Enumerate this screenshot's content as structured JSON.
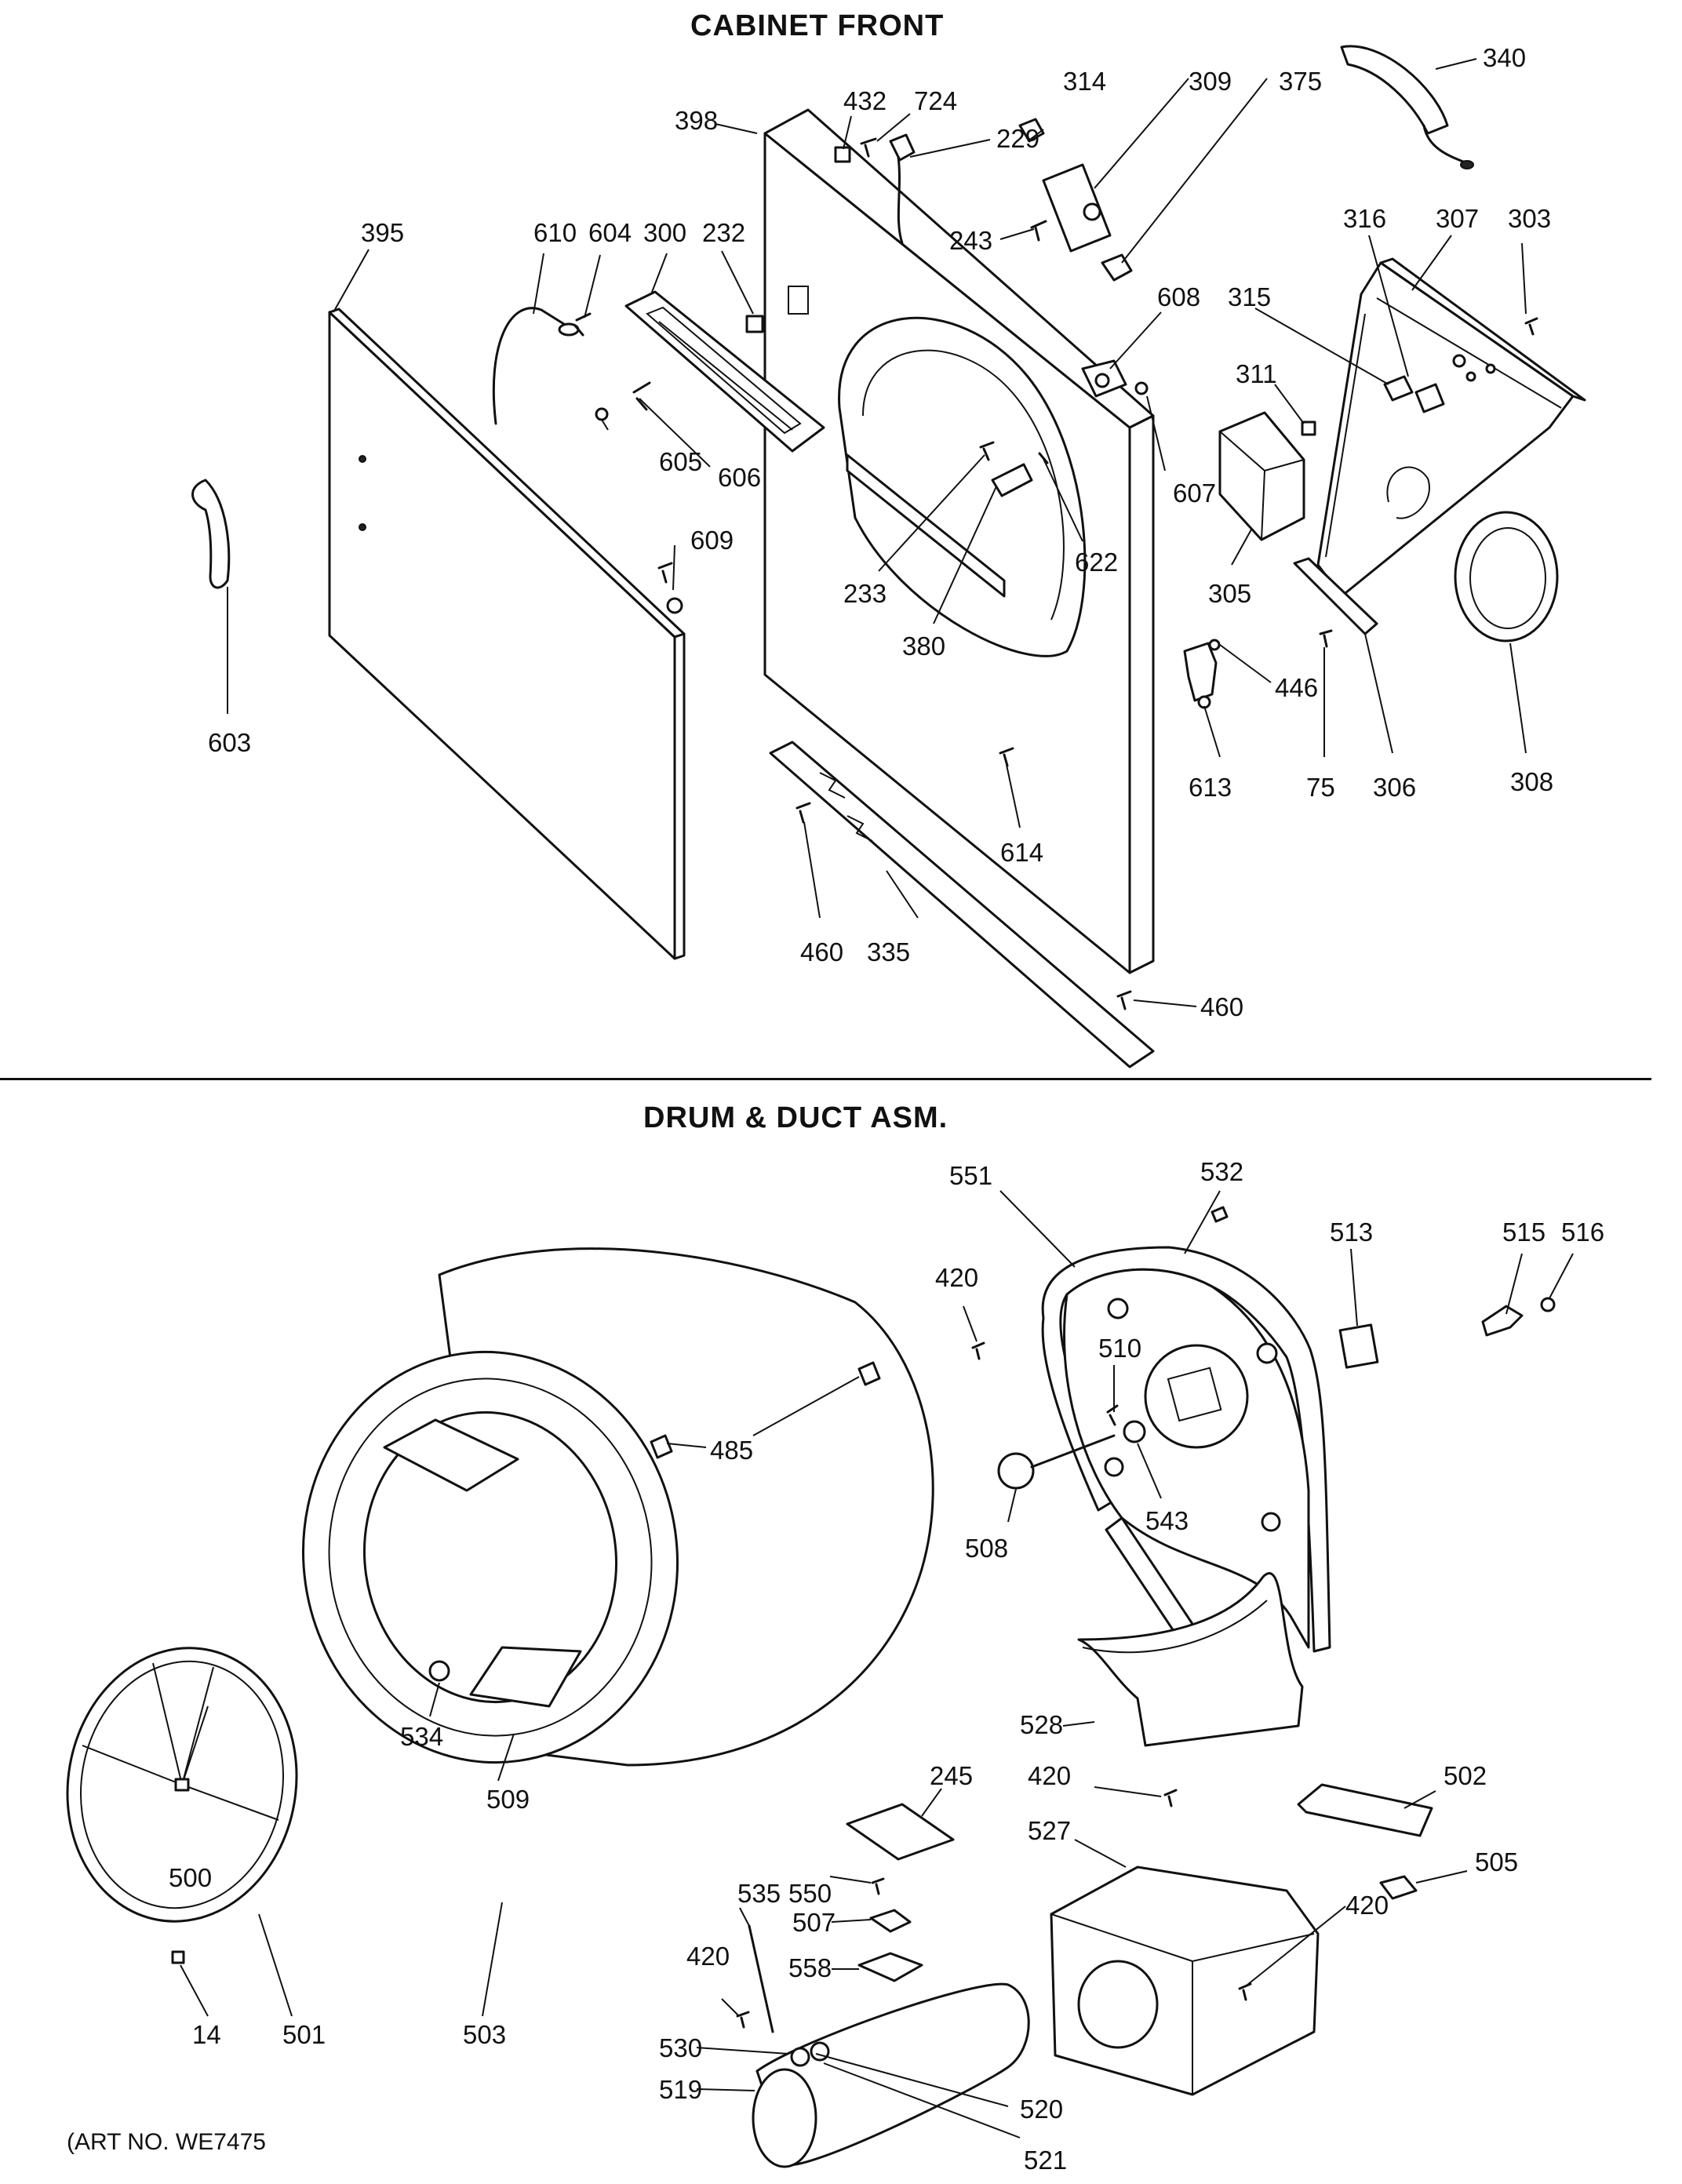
{
  "sections": {
    "top_title": "CABINET FRONT",
    "bottom_title": "DRUM & DUCT ASM."
  },
  "footer": {
    "art_no": "(ART NO. WE7475"
  },
  "callouts": {
    "c340": "340",
    "c314": "314",
    "c309": "309",
    "c375": "375",
    "c432": "432",
    "c724": "724",
    "c398": "398",
    "c229": "229",
    "c243": "243",
    "c395": "395",
    "c610": "610",
    "c604": "604",
    "c300": "300",
    "c232": "232",
    "c316": "316",
    "c307": "307",
    "c303": "303",
    "c315": "315",
    "c608": "608",
    "c311": "311",
    "c605": "605",
    "c606": "606",
    "c607": "607",
    "c622": "622",
    "c609": "609",
    "c305": "305",
    "c233": "233",
    "c380": "380",
    "c446": "446",
    "c603": "603",
    "c613": "613",
    "c75": "75",
    "c306": "306",
    "c308": "308",
    "c614": "614",
    "c460a": "460",
    "c335": "335",
    "c460b": "460",
    "c551": "551",
    "c532": "532",
    "c513": "513",
    "c515": "515",
    "c516": "516",
    "c420a": "420",
    "c510": "510",
    "c485": "485",
    "c543": "543",
    "c508": "508",
    "c528": "528",
    "c534": "534",
    "c509": "509",
    "c245": "245",
    "c420b": "420",
    "c502": "502",
    "c527": "527",
    "c505": "505",
    "c500": "500",
    "c535": "535",
    "c550": "550",
    "c507": "507",
    "c420c": "420",
    "c420d": "420",
    "c558": "558",
    "c530": "530",
    "c519": "519",
    "c520": "520",
    "c521": "521",
    "c14": "14",
    "c501": "501",
    "c503": "503"
  }
}
